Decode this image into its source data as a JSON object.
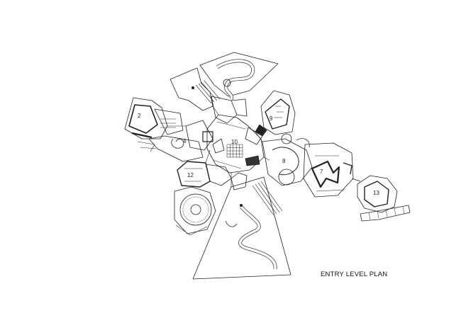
{
  "caption": "ENTRY LEVEL PLAN",
  "rooms": [
    {
      "id": "2",
      "label": "2"
    },
    {
      "id": "4",
      "label": "4"
    },
    {
      "id": "7",
      "label": "7"
    },
    {
      "id": "8",
      "label": "8"
    },
    {
      "id": "9",
      "label": "9"
    },
    {
      "id": "10",
      "label": "10"
    },
    {
      "id": "12",
      "label": "12"
    },
    {
      "id": "13",
      "label": "13"
    }
  ]
}
